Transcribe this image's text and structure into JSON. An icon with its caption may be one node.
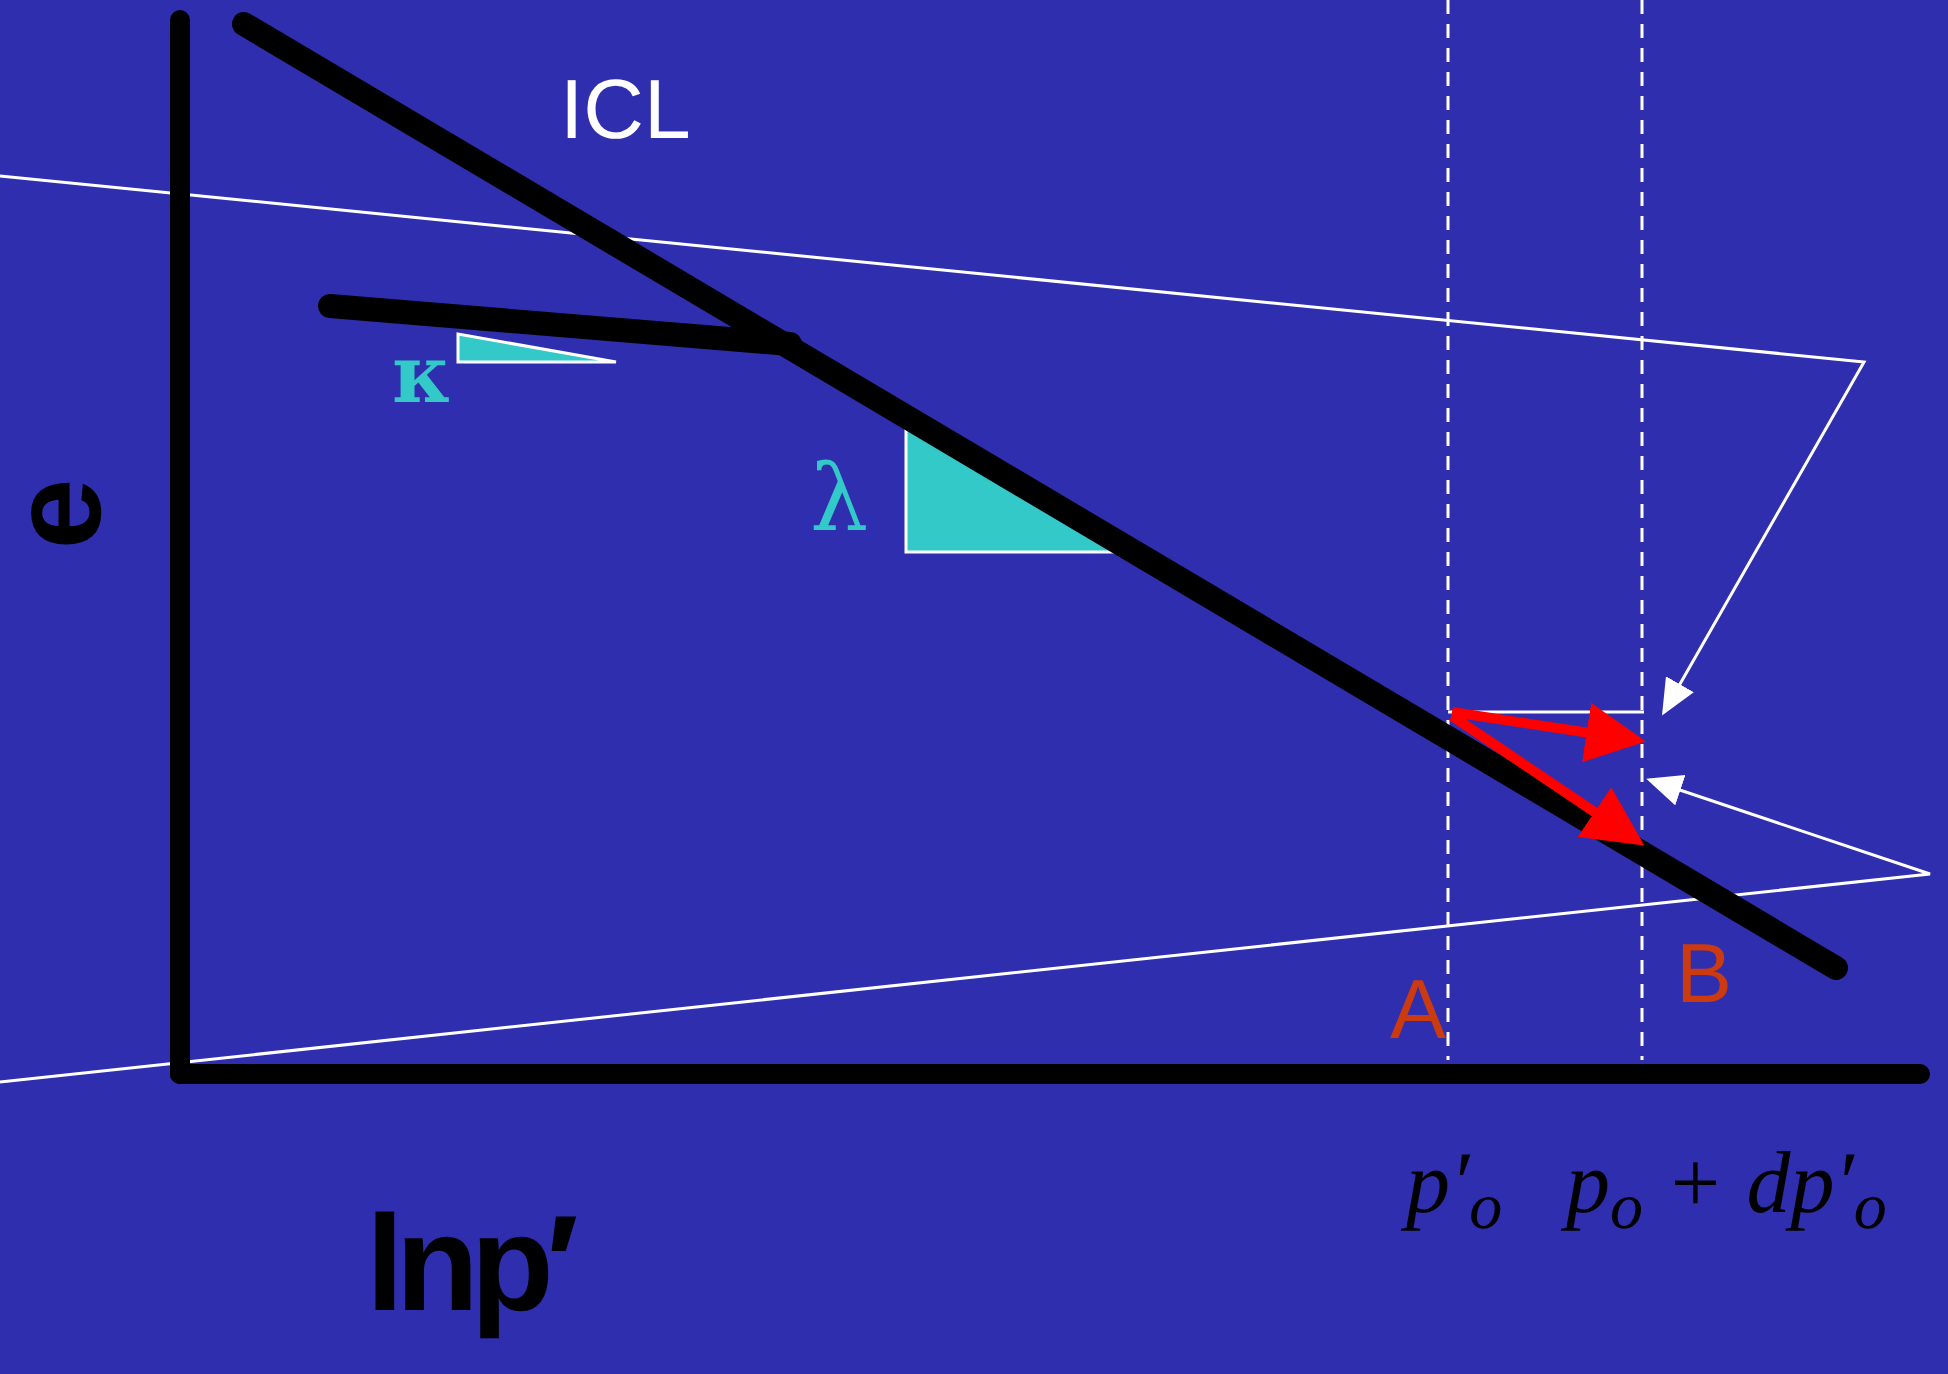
{
  "diagram": {
    "labels": [
      "ICL",
      "κ",
      "λ",
      "e",
      "A",
      "B",
      "p′$_{o}$",
      "p$_{o}$ + dp′$_{o}$",
      "lnp′"
    ]
  }
}
